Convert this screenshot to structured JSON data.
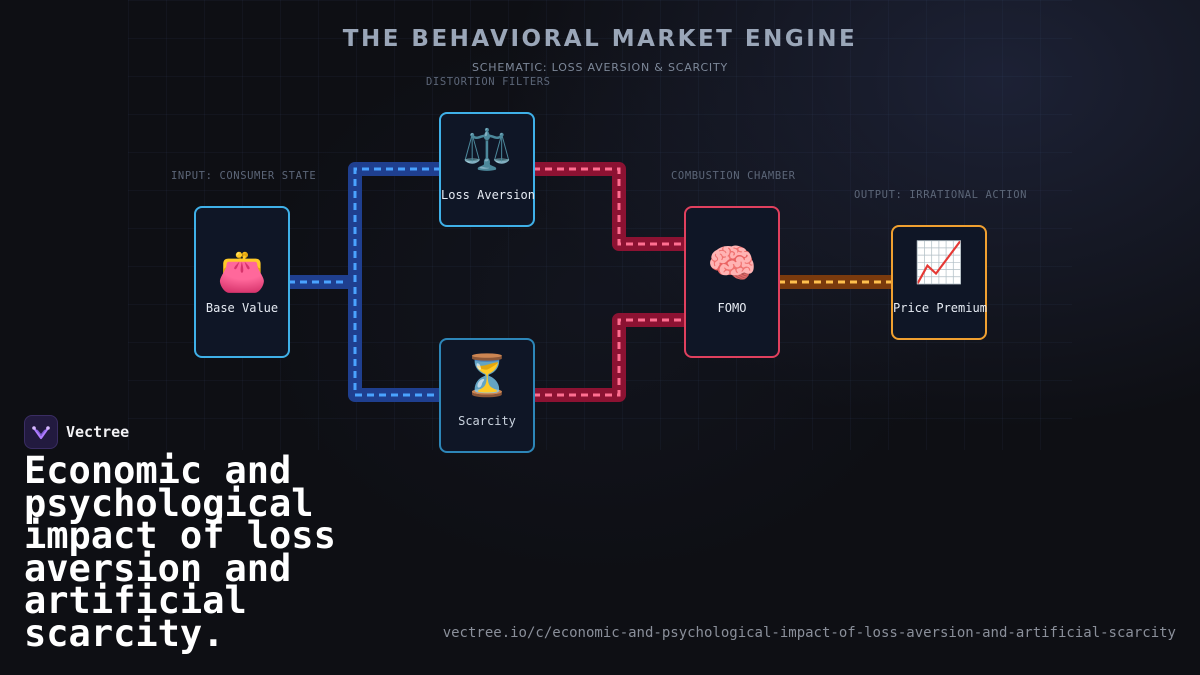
{
  "header": {
    "title": "THE BEHAVIORAL MARKET ENGINE",
    "subtitle": "SCHEMATIC: LOSS AVERSION & SCARCITY"
  },
  "zones": {
    "input": "INPUT: CONSUMER STATE",
    "filters": "DISTORTION FILTERS",
    "combustion": "COMBUSTION CHAMBER",
    "output": "OUTPUT: IRRATIONAL ACTION"
  },
  "nodes": {
    "base_value": {
      "label": "Base Value",
      "icon": "purse-icon",
      "emoji": "👛"
    },
    "loss_aversion": {
      "label": "Loss Aversion",
      "icon": "balance-scale-icon",
      "emoji": "⚖️"
    },
    "scarcity": {
      "label": "Scarcity",
      "icon": "hourglass-icon",
      "emoji": "⏳"
    },
    "fomo": {
      "label": "FOMO",
      "icon": "brain-icon",
      "emoji": "🧠"
    },
    "price_premium": {
      "label": "Price Premium",
      "icon": "chart-increasing-icon",
      "emoji": "📈"
    }
  },
  "connections": [
    {
      "from": "Base Value",
      "to": "Loss Aversion"
    },
    {
      "from": "Base Value",
      "to": "Scarcity"
    },
    {
      "from": "Loss Aversion",
      "to": "FOMO"
    },
    {
      "from": "Scarcity",
      "to": "FOMO"
    },
    {
      "from": "FOMO",
      "to": "Price Premium"
    }
  ],
  "colors": {
    "input_wire": "#1f3f8f",
    "input_dash": "#4aa3ff",
    "filter_wire": "#8c1232",
    "filter_dash": "#ff6f91",
    "output_wire": "#7a3a0d",
    "output_dash": "#ffc04d",
    "node_blue": "#3fb0e8",
    "node_red": "#e0405e",
    "node_orange": "#f0a030"
  },
  "brand": {
    "name": "Vectree",
    "icon": "vectree-logo-icon"
  },
  "headline": "Economic and psychological impact of loss aversion and artificial scarcity.",
  "url": "vectree.io/c/economic-and-psychological-impact-of-loss-aversion-and-artificial-scarcity"
}
